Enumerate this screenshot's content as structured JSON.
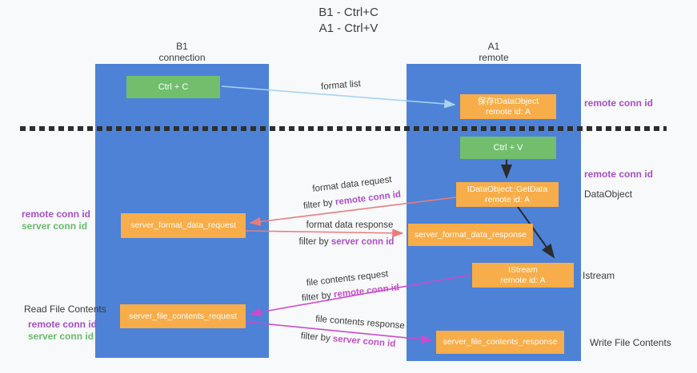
{
  "title": {
    "line1": "B1 - Ctrl+C",
    "line2": "A1 - Ctrl+V"
  },
  "lifelines": {
    "left": {
      "name": "B1",
      "role": "connection"
    },
    "right": {
      "name": "A1",
      "role": "remote"
    }
  },
  "nodes": {
    "ctrl_c": {
      "label": "Ctrl + C"
    },
    "ctrl_v": {
      "label": "Ctrl + V"
    },
    "save_dataobject": {
      "line1": "保存IDataObject",
      "line2": "remote id: A"
    },
    "getdata": {
      "line1": "IDataObject::GetData",
      "line2": "remote id: A"
    },
    "istream": {
      "line1": "IStream",
      "line2": "remote id: A"
    },
    "server_format_data_request": {
      "label": "server_format_data_request"
    },
    "server_format_data_response": {
      "label": "server_format_data_response"
    },
    "server_file_contents_request": {
      "label": "server_file_contents_request"
    },
    "server_file_contents_response": {
      "label": "server_file_contents_response"
    }
  },
  "edge_labels": {
    "format_list": "format list",
    "format_data_request": "format data request",
    "format_data_request_filter": {
      "prefix": "filter by ",
      "highlight": "remote conn id"
    },
    "format_data_response": "format data response",
    "format_data_response_filter": {
      "prefix": "filter by ",
      "highlight": "server conn id"
    },
    "file_contents_request": "file contents request",
    "file_contents_request_filter": {
      "prefix": "filter by ",
      "highlight": "remote conn id"
    },
    "file_contents_response": "file contents response",
    "file_contents_response_filter": {
      "prefix": "filter by ",
      "highlight": "server conn id"
    }
  },
  "annotations": {
    "right_remote_conn_id_1": "remote conn id",
    "right_remote_conn_id_2": "remote conn id",
    "dataobject": "DataObject",
    "istream": "Istream",
    "write_file_contents": "Write File Contents",
    "left_remote_conn_id_1": "remote conn id",
    "left_server_conn_id_1": "server conn id",
    "read_file_contents": "Read File Contents",
    "left_remote_conn_id_2": "remote conn id",
    "left_server_conn_id_2": "server conn id"
  },
  "colors": {
    "lifeline_blue": "#4d82d7",
    "node_orange": "#f7ad49",
    "node_green": "#71bf6d",
    "remote_conn_purple": "#a44fc4",
    "server_conn_green": "#67bb6b",
    "request_red": "#e87c7c",
    "file_magenta": "#cb4ccb",
    "format_list_blue": "#a8d2f0",
    "dash_black": "#2e2e2e"
  }
}
